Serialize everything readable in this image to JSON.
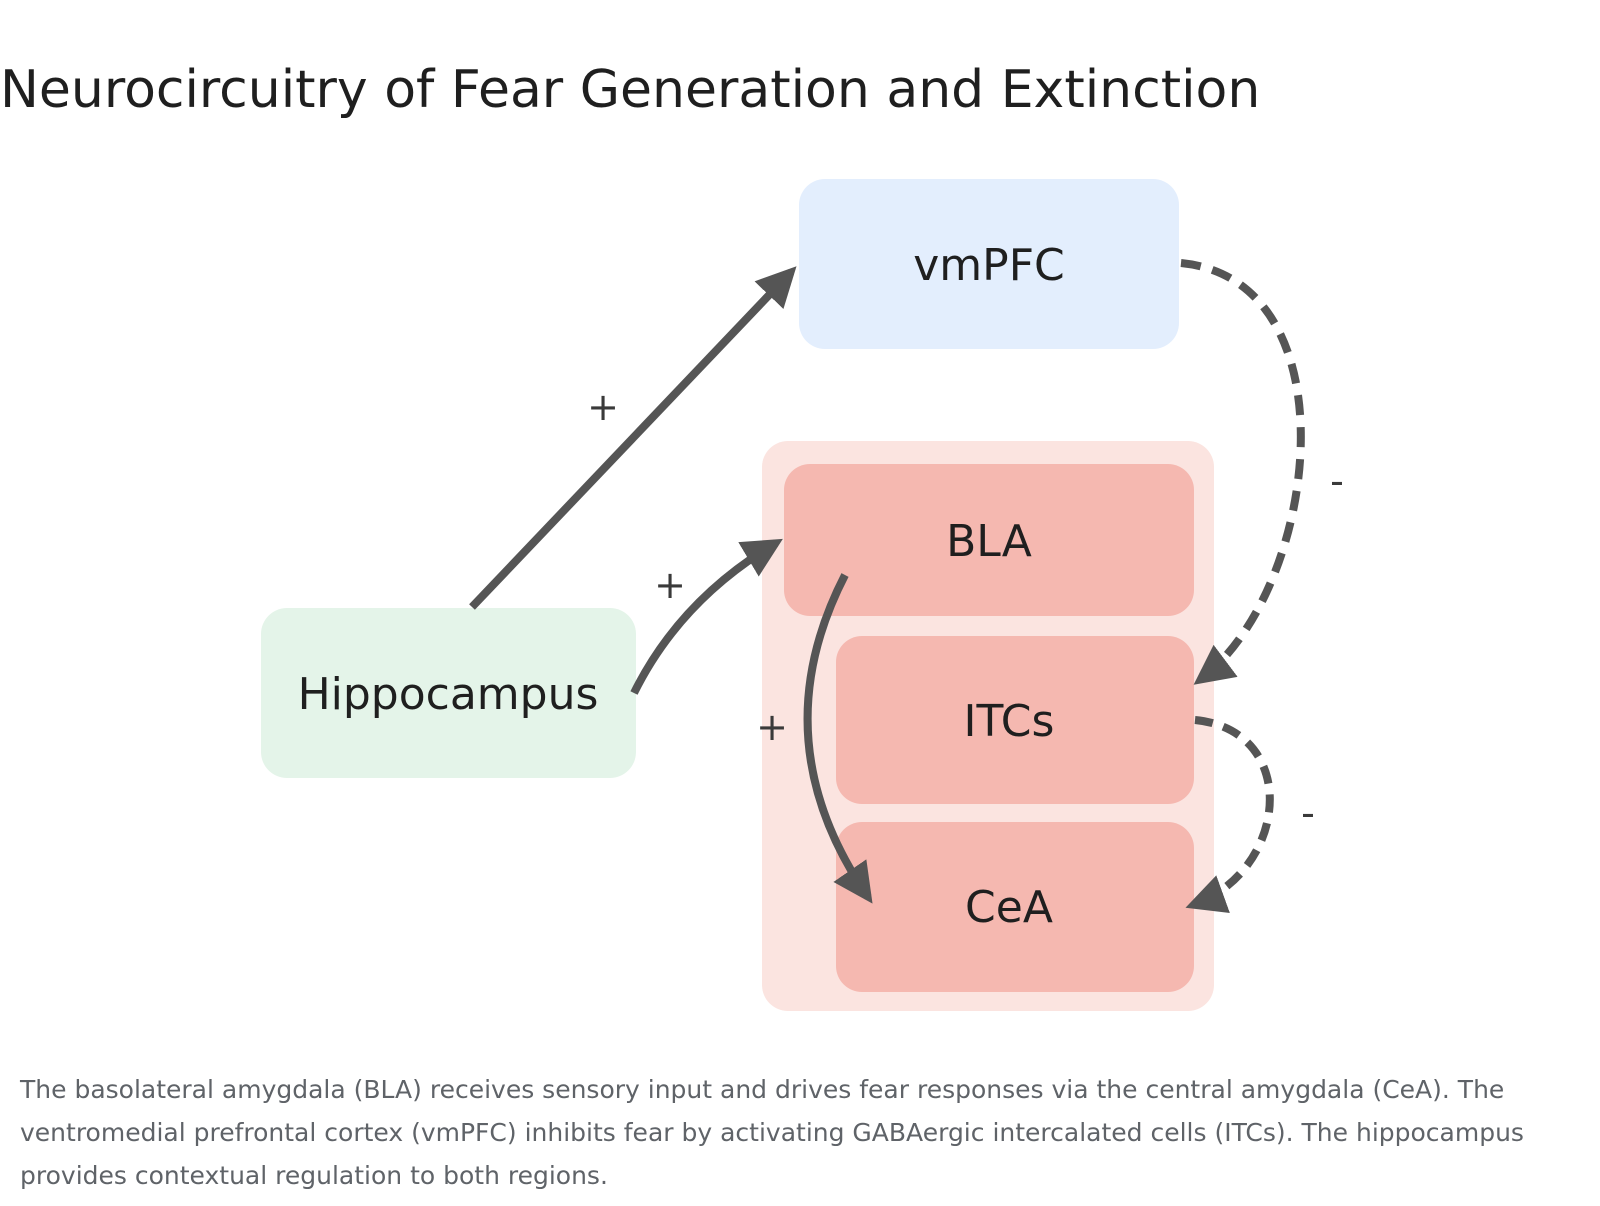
{
  "title": "Neurocircuitry of Fear Generation and Extinction",
  "nodes": {
    "vmpfc": "vmPFC",
    "bla": "BLA",
    "itcs": "ITCs",
    "cea": "CeA",
    "hippocampus": "Hippocampus"
  },
  "edges": {
    "hippocampus_to_vmpfc": "+",
    "hippocampus_to_bla": "+",
    "bla_to_cea": "+",
    "vmpfc_to_itcs": "-",
    "itcs_to_cea": "-"
  },
  "caption": "The basolateral amygdala (BLA) receives sensory input and drives fear responses via the central amygdala (CeA). The ventromedial prefrontal cortex (vmPFC) inhibits fear by activating GABAergic intercalated cells (ITCs). The hippocampus provides contextual regulation to both regions.",
  "colors": {
    "vmpfc_fill": "#e3eefd",
    "hippocampus_fill": "#e4f4e9",
    "amygdala_group_fill": "#fbe4e0",
    "amygdala_node_fill": "#f5b8b0",
    "arrow": "#555555"
  }
}
